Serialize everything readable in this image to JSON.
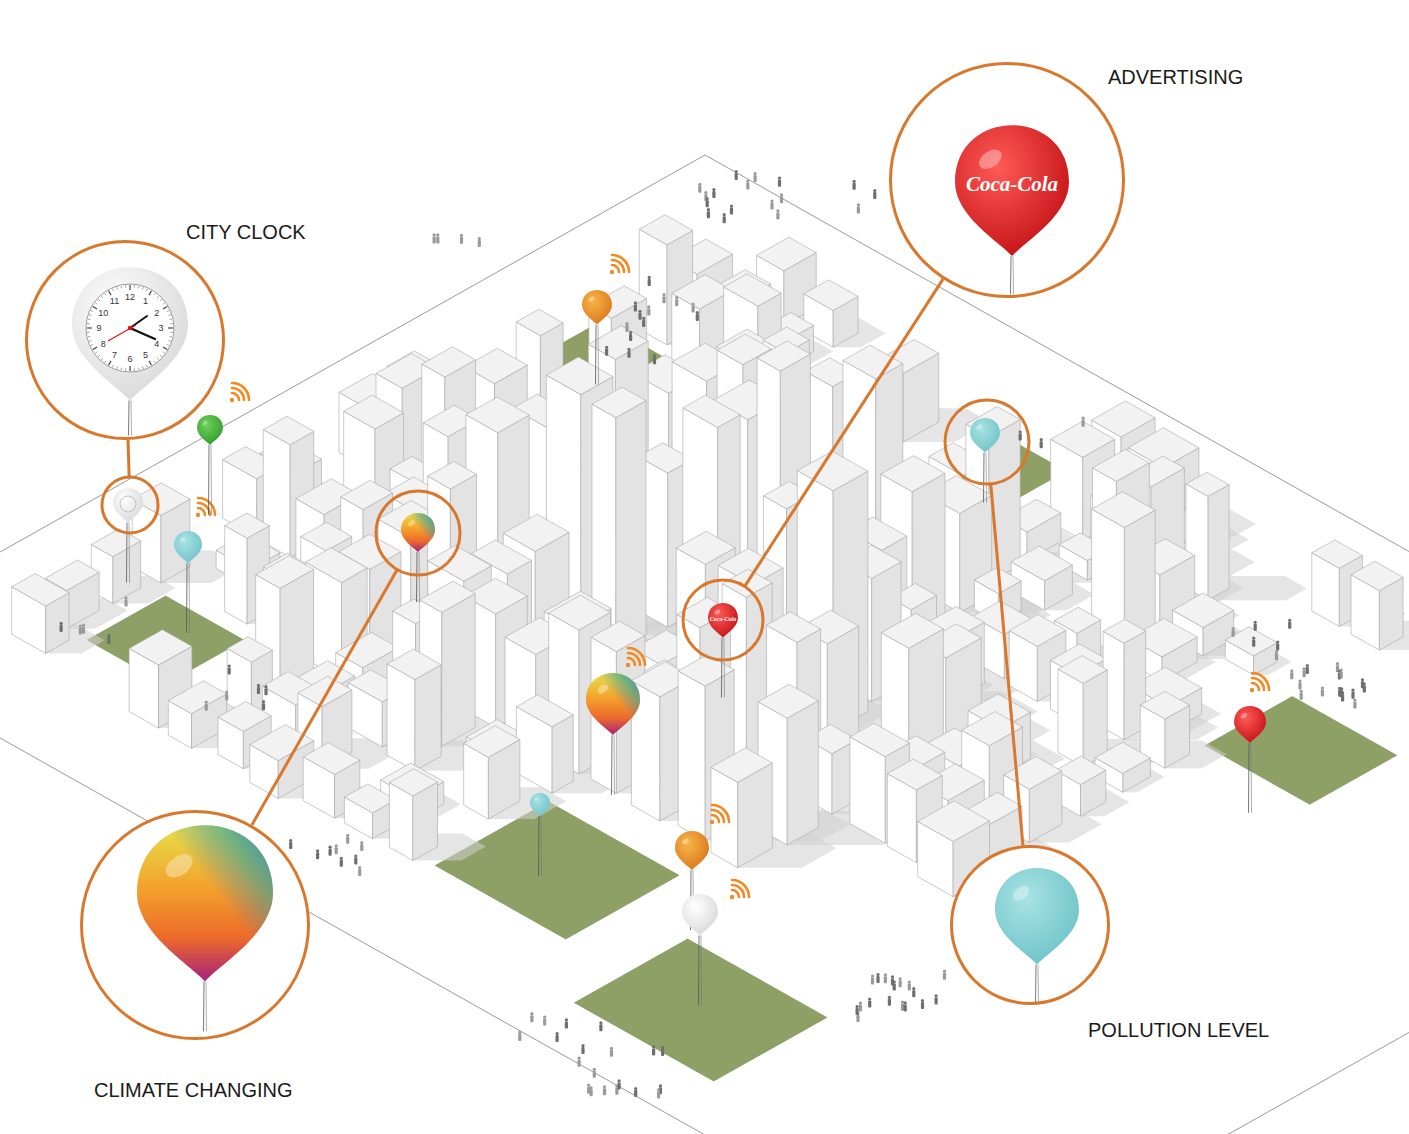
{
  "diagram": {
    "nodes": [
      {
        "text": [
          "ADVERTISING"
        ]
      },
      {
        "text": [
          "CITY CLOCK"
        ]
      },
      {
        "text": [
          "POLLUTION LEVEL"
        ]
      },
      {
        "text": [
          "CLIMATE CHANGING"
        ]
      }
    ],
    "labels": [
      "12",
      "1",
      "2",
      "3",
      "4",
      "5",
      "6",
      "7",
      "8",
      "9",
      "10",
      "11",
      "Coca-Cola",
      "Coca-Cola"
    ]
  }
}
